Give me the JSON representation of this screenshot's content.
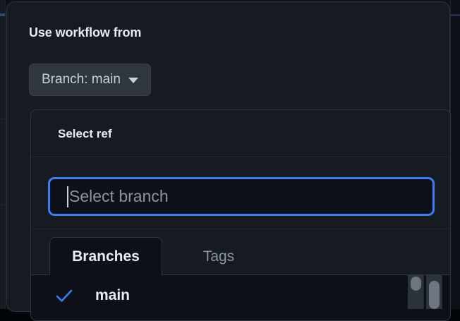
{
  "dialog": {
    "title": "Use workflow from",
    "branch_button": {
      "label": "Branch: main",
      "caret_icon": "chevron-down-icon"
    }
  },
  "ref_selector": {
    "header_title": "Select ref",
    "filter": {
      "placeholder": "Select branch",
      "value": ""
    },
    "tabs": [
      {
        "label": "Branches",
        "selected": true
      },
      {
        "label": "Tags",
        "selected": false
      }
    ],
    "items": [
      {
        "label": "main",
        "selected": true,
        "icon": "check-icon"
      }
    ]
  },
  "colors": {
    "dialog_background": "#161b22",
    "page_background": "#0d1117",
    "input_background": "#0d1117",
    "border": "#30363d",
    "subtle_border": "#21262d",
    "button_background": "#30363d",
    "accent_blue": "#3b7dfb",
    "check_blue": "#2f81f7",
    "text_primary": "#e6edf3",
    "text_secondary": "#c9d1d9",
    "text_muted": "#8b949e",
    "scrollbar_track": "#2d333b",
    "scrollbar_thumb": "#6e7681"
  }
}
